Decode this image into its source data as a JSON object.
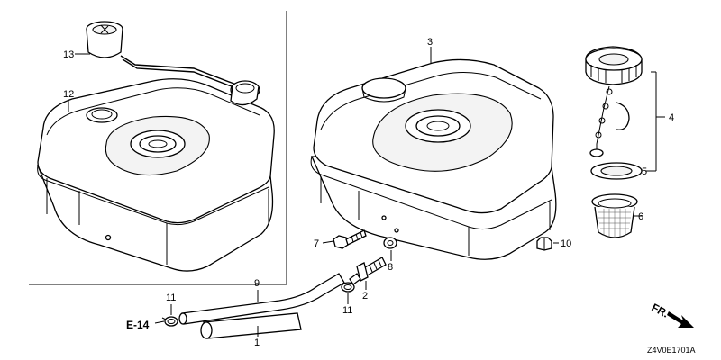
{
  "callouts": {
    "c1": "1",
    "c2": "2",
    "c3": "3",
    "c4": "4",
    "c5": "5",
    "c6": "6",
    "c7": "7",
    "c8": "8",
    "c9": "9",
    "c10": "10",
    "c11a": "11",
    "c11b": "11",
    "c12": "12",
    "c13": "13"
  },
  "reference": "E-14",
  "front_indicator": "FR.",
  "diagram_code": "Z4V0E1701A"
}
